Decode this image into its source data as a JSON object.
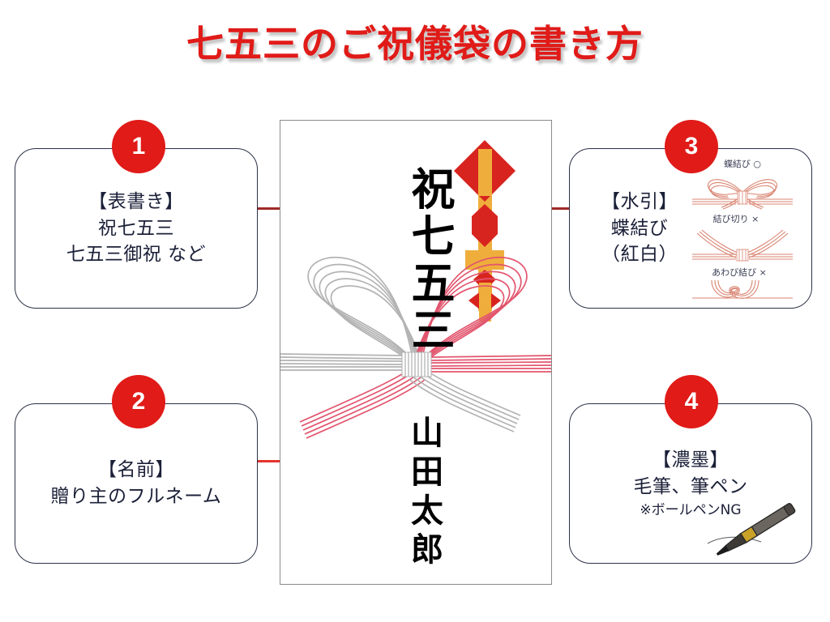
{
  "page": {
    "title": "七五三のご祝儀袋の書き方",
    "title_color": "#e01b18",
    "background": "#ffffff"
  },
  "accent_colors": {
    "badge_red": "#e01b18",
    "connector_dark_red": "#9e2a28",
    "connector_bright_red": "#e5332e",
    "box_border": "#2c3147",
    "text_navy": "#1b2038",
    "mizuhiki_red": "#e2556e",
    "mizuhiki_silver": "#b0b0b0",
    "mizuhiki_sample": "#d98471",
    "noshi_red": "#d8241f",
    "noshi_gold": "#efae3c"
  },
  "callouts": [
    {
      "number": "1",
      "lines": [
        "【表書き】",
        "祝七五三",
        "七五三御祝 など"
      ]
    },
    {
      "number": "2",
      "lines": [
        "【名前】",
        "贈り主のフルネーム"
      ]
    },
    {
      "number": "3",
      "lines": [
        "【水引】",
        "蝶結び",
        "（紅白）"
      ],
      "art_labels": [
        "蝶結び ○",
        "結び切り ×",
        "あわび結び ×"
      ]
    },
    {
      "number": "4",
      "lines": [
        "【濃墨】",
        "毛筆、筆ペン"
      ],
      "note": "※ボールペンNG"
    }
  ],
  "envelope": {
    "main_text": "祝七五三",
    "name_text": "山田太郎",
    "decoration": "noshi-ornament",
    "knot": "chomusubi-bow-red-white"
  },
  "icons": {
    "pen": "brush-pen-icon",
    "knot_bow": "mizuhiki-bow-icon",
    "knot_tied": "mizuhiki-musubikiri-icon",
    "knot_abalone": "mizuhiki-awabi-icon"
  }
}
